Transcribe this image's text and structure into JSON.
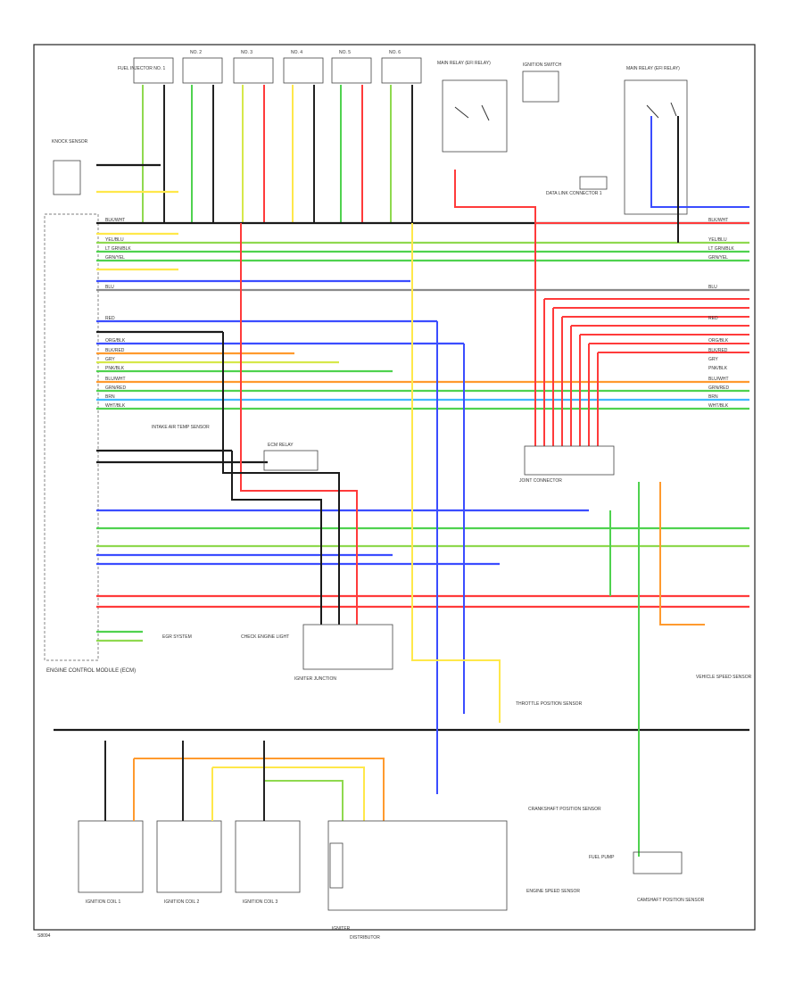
{
  "footer": {
    "code": "S8094"
  },
  "ecm": {
    "title": "ENGINE CONTROL MODULE (ECM)"
  },
  "injectors": [
    {
      "label": "FUEL INJECTOR NO. 1"
    },
    {
      "label": "NO. 2"
    },
    {
      "label": "NO. 3"
    },
    {
      "label": "NO. 4"
    },
    {
      "label": "NO. 5"
    },
    {
      "label": "NO. 6"
    }
  ],
  "relays": {
    "main_relay_left": "MAIN RELAY (EFI RELAY)",
    "main_relay_right": "MAIN RELAY (EFI RELAY)",
    "ignition_switch": "IGNITION SWITCH",
    "data_link": "DATA LINK CONNECTOR 1",
    "joint_connector": "JOINT CONNECTOR",
    "igniter_junction": "IGNITER JUNCTION"
  },
  "sensors": {
    "knock_sensor": "KNOCK SENSOR",
    "ignition_coils": [
      "IGNITION COIL 1",
      "IGNITION COIL 2",
      "IGNITION COIL 3"
    ],
    "throttle_position": "THROTTLE POSITION SENSOR",
    "engine_speed": "ENGINE SPEED SENSOR",
    "vehicle_speed": "VEHICLE SPEED SENSOR",
    "ecm_relay": "ECM RELAY",
    "igniter": "IGNITER",
    "distributor": "DISTRIBUTOR",
    "fuel_pump": "FUEL PUMP",
    "camshaft": "CAMSHAFT POSITION SENSOR",
    "crank": "CRANKSHAFT POSITION SENSOR"
  },
  "notes": {
    "intake": "INTAKE AIR TEMP SENSOR",
    "egr": "EGR SYSTEM",
    "check_engine": "CHECK ENGINE LIGHT"
  },
  "wire_colors": [
    "BLK/WHT",
    "YEL/BLU",
    "LT GRN/BLK",
    "GRN/YEL",
    "BLU",
    "RED",
    "ORG/BLK",
    "BLK/RED",
    "GRY",
    "PNK/BLK",
    "BLU/WHT",
    "GRN/RED",
    "BRN",
    "WHT/BLK"
  ],
  "colors": {
    "red": "#ff3b3b",
    "green": "#4fd24f",
    "blue": "#3b4dff",
    "yellow": "#ffe84a",
    "orange": "#ff9a2e",
    "black": "#1a1a1a",
    "gray": "#8a8a8a",
    "cyan": "#3fb8ff"
  }
}
